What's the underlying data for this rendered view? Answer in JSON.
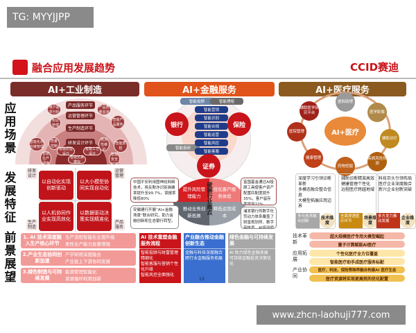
{
  "overlay": {
    "tag": "TG: MYYJJPP",
    "watermark": "www.zhcn-laohuji777.com"
  },
  "header": {
    "title": "融合应用发展趋势",
    "brand": "CCID赛迪"
  },
  "rows": {
    "scene": "应用场景",
    "feature": "发展特征",
    "outlook": "前景展望"
  },
  "industry": {
    "title": "AI+工业制造",
    "rings": [
      "产品服务环节",
      "运营管理环节",
      "生产制造环节",
      "研发设计环节"
    ],
    "bubbles": [
      "用户需求分析",
      "产品质量监测",
      "知识管理",
      "智能产品服务",
      "智能化供应链管理",
      "质量控制",
      "预测性维护",
      "智能质检",
      "智能生产调度",
      "智能安全监控",
      "智能原型设计",
      "智能工艺设计",
      "智能仿真模拟"
    ],
    "axis": [
      "研发设计",
      "运营管理",
      "生产制造",
      "产品服务"
    ],
    "quads": [
      "以自动化实现创新驱动",
      "以大小模型协同实现自动化",
      "以人机协同作业实现高效化",
      "以数据驱动决策实现精准化"
    ],
    "outlook": [
      {
        "label": "1. AI 技术深度融入生产核心环节",
        "items": [
          "生产流程智能化全面升级",
          "柔性生产能力显著增强"
        ]
      },
      {
        "label": "2.产业生态协同创新加速",
        "items": [
          "产学研用深度融合",
          "产业链上下游协同发展"
        ]
      },
      {
        "label": "3.绿色制造与可持续发展",
        "items": [
          "能源管理智能化",
          "资源循环利用创新"
        ]
      }
    ]
  },
  "finance": {
    "title": "AI+金融服务",
    "top_tags": [
      "智能投顾",
      "智能理赔"
    ],
    "side_tag": "智能投研",
    "stack": [
      "智能营销",
      "智能识别",
      "智能合规",
      "智能运营",
      "智能风控",
      "智能客服"
    ],
    "circles": [
      "银行",
      "保险",
      "证券"
    ],
    "center": "破解行业痛点",
    "quadrants": [
      "提升风险管理能力",
      "优化客户服务体验",
      "推动业务创新拓展",
      "降低运营成本"
    ],
    "cases": [
      "中国平安利用图神经网络技术，将反欺诈识别准确率提升至99.7%，误报率降低80%",
      "富国基金通过AI投顾工具使客户资产配置匹配度提升35%，客户留存率增加22%",
      "安徽建行开展“AI+金融场景”联合研究，助力金融创新和生态银行转型。",
      "浦发银行的数字化劳动力体系覆盖了财富规划师、数字审核员、AI培训师等十多位数字岗位角色。"
    ],
    "outlook": [
      {
        "title": "AI 技术重塑金融服务流程",
        "items": [
          "智能投顾与财富管理精细化",
          "智能客服与营销个性化升级",
          "智能风控全面强化"
        ],
        "color": "#c8141a"
      },
      {
        "title": "产业融合推动金融创新生态",
        "items": [
          "金融与科技深度融合",
          "跨行业金融服务拓展"
        ],
        "color": "#3a6fd0"
      },
      {
        "title": "绿色金融与可持续发展",
        "items": [
          "AI 助力绿色金融发展",
          "可持续金融投资决策优化"
        ],
        "color": "#a8a8a8"
      }
    ],
    "page": "13"
  },
  "medical": {
    "title": "AI+医疗服务",
    "center": "AI+医疗",
    "nodes": [
      "虚拟助理",
      "医学影像",
      "辅助诊疗",
      "疾病风险预测",
      "药物挖掘",
      "健康管理",
      "医院管理",
      "辅助医学研究平台"
    ],
    "cards": [
      {
        "items": [
          "深度学习引领诊断革新",
          "多模态融合整合信息",
          "大模型拓展应用边界"
        ],
        "band": "多元技术融合创新",
        "dim": "技术维度",
        "color": "#a8a8a8"
      },
      {
        "items": [
          "辅助诊断精准高效",
          "健康管理个性化",
          "远程医疗跨越地域"
        ],
        "band": "全面渗透医疗环节",
        "dim": "场景维度",
        "color": "#c88a10"
      },
      {
        "items": [
          "科技巨头引领布局",
          "医疗企业深度融合",
          "新兴企业创新突破"
        ],
        "band": "多方发力推动发展",
        "dim": "企业维度",
        "color": "#c0341a"
      }
    ],
    "outlook": [
      {
        "label": "技术革新",
        "items": [
          "超大规模医疗专用大模型崛起",
          "量子计算赋能AI医疗"
        ]
      },
      {
        "label": "应用拓展",
        "items": [
          "个性化医疗全方位覆盖",
          "智能医疗助手成医疗服务标配"
        ]
      },
      {
        "label": "产业协同",
        "items": [
          "医疗、科技、保险等跨界融合构建AI 医疗生态",
          "医疗资源将实现更高效的优化配置"
        ]
      }
    ]
  }
}
